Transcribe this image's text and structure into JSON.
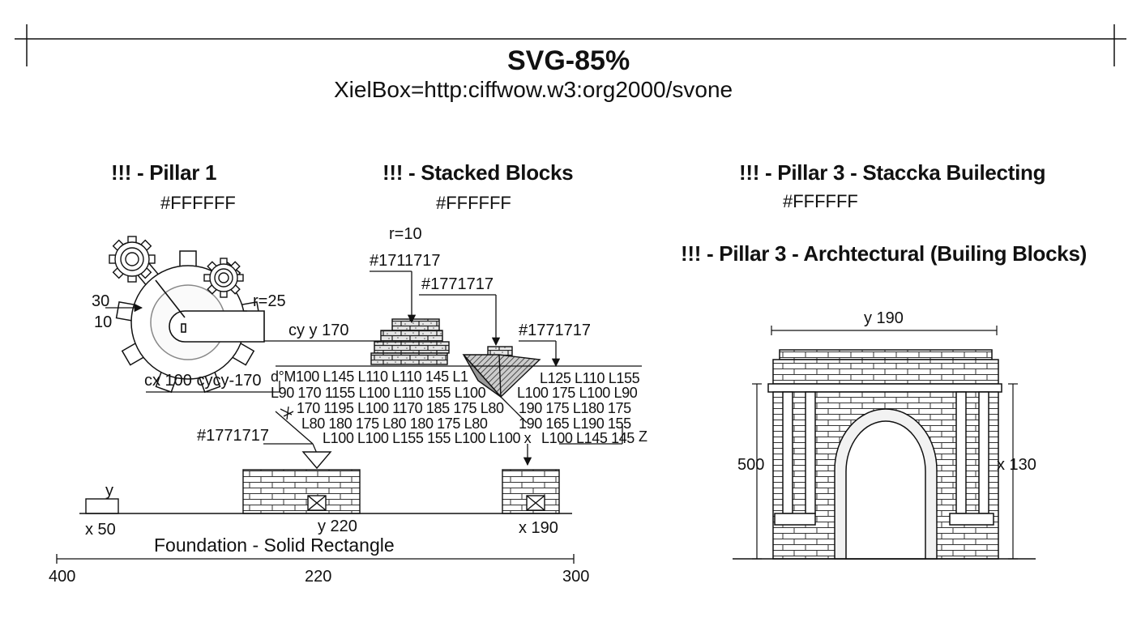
{
  "header": {
    "title": "SVG-85%",
    "subtitle": "XielBox=http:ciffwow.w3:org2000/svone"
  },
  "columns": [
    {
      "heading": "!!! - Pillar 1",
      "color": "#FFFFFF"
    },
    {
      "heading": "!!! - Stacked Blocks",
      "color": "#FFFFFF"
    },
    {
      "heading": "!!! - Pillar 3 - Staccka Builecting",
      "color": "#FFFFFF"
    }
  ],
  "pillar3_subheading": "!!! - Pillar 3 - Archtectural (Builing Blocks)",
  "left": {
    "label_30": "30",
    "label_10": "10",
    "r25": "r=25",
    "cy170": "cy y 170",
    "cx100": "cx 100 cycy-170",
    "hex_lower": "#1771717",
    "y_label": "y",
    "x50": "x 50",
    "y220": "y 220",
    "foundation": "Foundation - Solid Rectangle"
  },
  "middle": {
    "r10": "r=10",
    "hex1": "#1711717",
    "hex2": "#1771717",
    "hex3": "#1771717",
    "x190": "x 190",
    "path_lines": [
      "d°M100 L145 L110 L110 145 L1",
      "L90 170 1155 L100 L110 155 L100",
      "170 1195 L100 1170 185 175 L80",
      "L80 180  175 L80  180 175 L80",
      "L100 L100 L155 155 L100 L100 x",
      "L125 L110 L155",
      "L100  175 L100 L90",
      "190  175 L180 175",
      "190 165 L190 155",
      "L100 L145 145",
      "Z"
    ]
  },
  "arch": {
    "y190": "y 190",
    "h500": "500",
    "x130": "x 130"
  },
  "axis": {
    "t400": "400",
    "t220": "220",
    "t300": "300"
  }
}
